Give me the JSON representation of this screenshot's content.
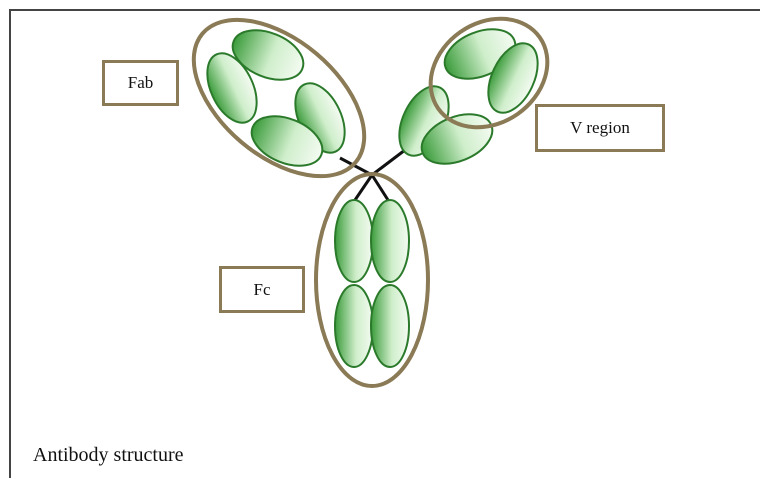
{
  "labels": {
    "fab": "Fab",
    "fc": "Fc",
    "v_region": "V region"
  },
  "caption": "Antibody structure",
  "colors": {
    "domain_dark": "#3a9b3a",
    "domain_light": "#e9f7e4",
    "domain_outline": "#2b7a2b",
    "region_outline": "#8a7a55",
    "hinge": "#111111",
    "frame": "#444444"
  }
}
